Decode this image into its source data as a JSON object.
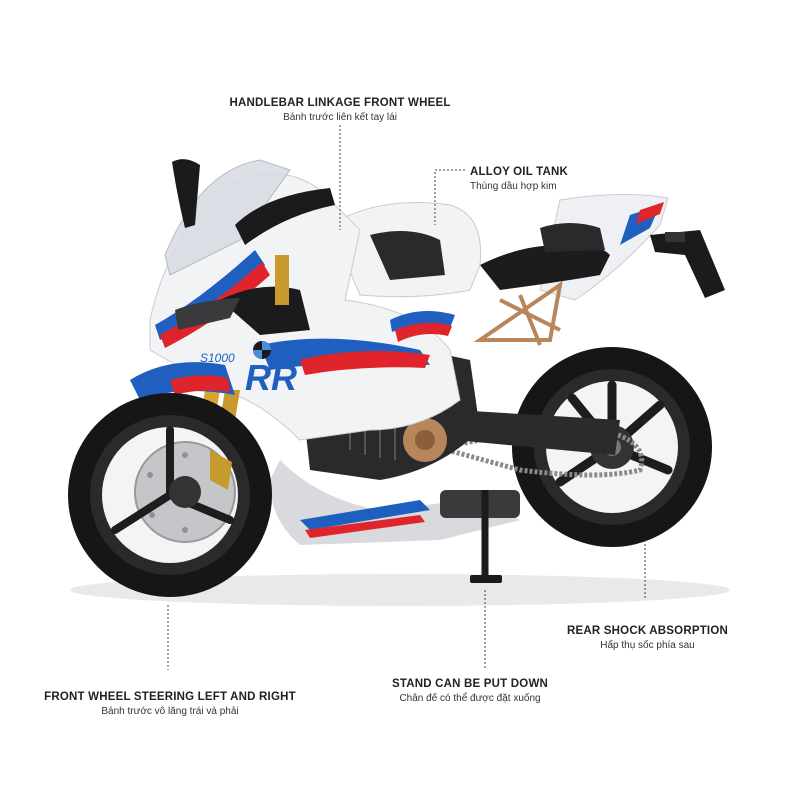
{
  "callouts": {
    "handlebar": {
      "title": "HANDLEBAR LINKAGE FRONT WHEEL",
      "subtitle": "Bánh trước liên kết tay lái"
    },
    "oil_tank": {
      "title": "ALLOY OIL TANK",
      "subtitle": "Thùng dầu hợp kim"
    },
    "rear_shock": {
      "title": "REAR SHOCK ABSORPTION",
      "subtitle": "Hấp thụ sốc phía sau"
    },
    "stand": {
      "title": "STAND CAN BE PUT DOWN",
      "subtitle": "Chân đế có thể được đặt xuống"
    },
    "front_steering": {
      "title": "FRONT WHEEL STEERING LEFT AND RIGHT",
      "subtitle": "Bánh trước vô lăng trái và phải"
    }
  },
  "bike": {
    "brand_badge": "S1000",
    "model_mark": "RR",
    "colors": {
      "white": "#f2f3f5",
      "blue": "#1f5fbf",
      "red": "#e0242c",
      "black": "#1b1b1d",
      "gold": "#c79a2e",
      "copper": "#b8865a"
    }
  }
}
